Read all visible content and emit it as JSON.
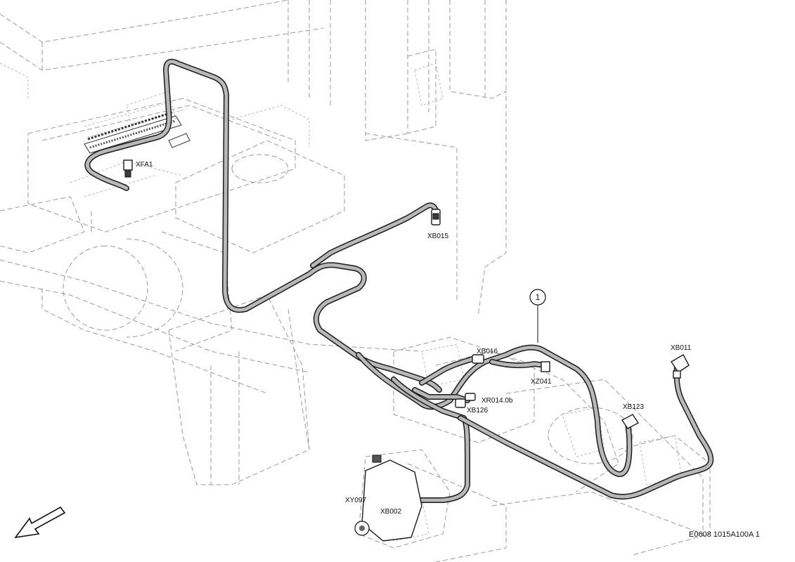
{
  "labels": {
    "xfa1": "XFA1",
    "xb015": "XB015",
    "xb016": "XB016",
    "xz041": "XZ041",
    "xr014": "XR014.0b",
    "xb126": "XB126",
    "xb123": "XB123",
    "xb011": "XB011",
    "xy097": "XY097",
    "xb002": "XB002"
  },
  "callout": {
    "number": "1"
  },
  "drawing_number": "E0608 1015A100A 1",
  "colors": {
    "line": "#1a1a1a",
    "harness_fill": "#b8b8b8",
    "background_lines": "#9a9a9a"
  },
  "icons": {
    "direction": "arrow-down-left-icon"
  }
}
